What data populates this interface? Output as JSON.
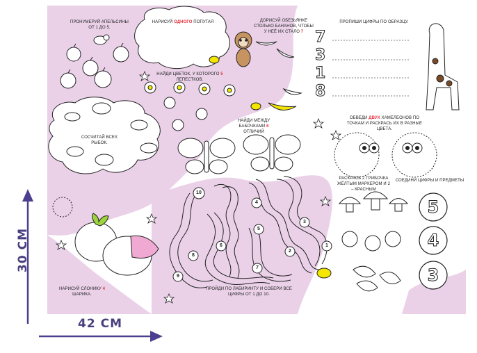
{
  "dimensions": {
    "height_label": "30 СМ",
    "width_label": "42 СМ",
    "arrow_color": "#4d3f8f"
  },
  "colors": {
    "pink_bg": "#ead1e8",
    "accent_red": "#e5343d",
    "banana_yellow": "#f5e600",
    "bow_green": "#9bd43b",
    "blanket_pink": "#f0a9d2",
    "line": "#222222"
  },
  "tasks": {
    "oranges": {
      "text": "Пронумеруй апельсины от 1 до 5."
    },
    "parrot": {
      "pre": "Нарисуй ",
      "highlight": "одного",
      "post": " попугая"
    },
    "bananas": {
      "pre": "Дорисуй обезьянке столько бананов, чтобы у неё их стало ",
      "highlight": "7"
    },
    "digits": {
      "text": "Пропиши цифры по образцу.",
      "samples": [
        "7",
        "3",
        "1",
        "8"
      ]
    },
    "flower": {
      "pre": "Найди цветок, у которого ",
      "highlight": "5",
      "post": " лепестков."
    },
    "fish": {
      "text": "Сосчитай всех рыбок."
    },
    "butterflies": {
      "pre": "Найди между бабочками ",
      "highlight": "6",
      "post": " отличий"
    },
    "chameleons": {
      "pre": "Обведи ",
      "highlight": "двух",
      "post": " хамелеонов по точкам и раскрась их в разные цвета."
    },
    "mushrooms": {
      "text": "Раскрась 2 грибочка жёлтым маркером и 2 – красным"
    },
    "match": {
      "text": "Соедини цифры и предметы"
    },
    "elephant": {
      "pre": "Нарисуй слонику ",
      "highlight": "4",
      "post": " шарика."
    },
    "maze": {
      "text": "Пройди по лабиринту и собери все цифры от 1 до 10.",
      "numbers": [
        "10",
        "4",
        "3",
        "5",
        "6",
        "2",
        "1",
        "8",
        "7",
        "9"
      ]
    },
    "match_digits": [
      "5",
      "4",
      "3"
    ]
  }
}
